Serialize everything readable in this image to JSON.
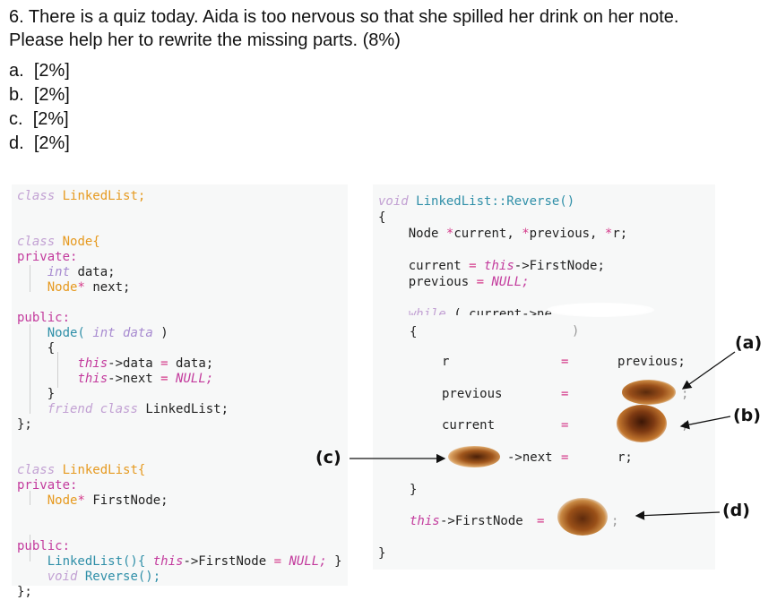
{
  "question": {
    "line1": "6. There is a quiz today. Aida is too nervous so that she spilled her drink on her note.",
    "line2": "Please help her to rewrite the missing parts. (8%)"
  },
  "parts": [
    {
      "letter": "a.",
      "points": "[2%]"
    },
    {
      "letter": "b.",
      "points": "[2%]"
    },
    {
      "letter": "c.",
      "points": "[2%]"
    },
    {
      "letter": "d.",
      "points": "[2%]"
    }
  ],
  "left_code": {
    "fwd_kw": "class",
    "fwd_name": "LinkedList;",
    "node_kw": "class",
    "node_name": "Node{",
    "private1": "private:",
    "int_kw": "int",
    "data_decl": "data;",
    "node_ptr": "Node",
    "star": "*",
    "next_decl": "next;",
    "public1": "public:",
    "ctor_name": "Node(",
    "ctor_int": "int",
    "ctor_param": "data",
    "ctor_close": ")",
    "brace_open": "{",
    "this1": "this",
    "arrow1": "->data",
    "eq1": "=",
    "rhs1": "data;",
    "this2": "this",
    "arrow2": "->next",
    "eq2": "=",
    "rhs2": "NULL;",
    "brace_close": "}",
    "friend_kw": "friend",
    "friend_class": "class",
    "friend_name": "LinkedList;",
    "end1": "};",
    "ll_kw": "class",
    "ll_name": "LinkedList{",
    "private2": "private:",
    "fn_ptr": "Node",
    "fn_star": "*",
    "fn_decl": "FirstNode;",
    "public2": "public:",
    "llctor": "LinkedList(){",
    "llthis": "this",
    "llarrow": "->FirstNode",
    "lleq": "=",
    "llnull": "NULL;",
    "llclose": "}",
    "void_kw": "void",
    "rev_name": "Reverse();",
    "end2": "};"
  },
  "right_code": {
    "void_kw": "void",
    "sig": "LinkedList::Reverse()",
    "open": "{",
    "decl_type": "Node",
    "decl_star1": "*",
    "decl_cur": "current,",
    "decl_star2": "*",
    "decl_prev": "previous,",
    "decl_star3": "*",
    "decl_r": "r;",
    "cur_assign": "current",
    "eq_a": "=",
    "this_a": "this",
    "arrow_a": "->FirstNode;",
    "prev_assign": "previous",
    "eq_b": "=",
    "null_b": "NULL;",
    "while_kw": "while",
    "while_rest": "( current->ne",
    "inner_open": "{",
    "paren": ")",
    "r_var": "r",
    "eq_r": "=",
    "r_rhs": "previous;",
    "prev_var": "previous",
    "eq_p": "=",
    "p_rhs": ";",
    "cur_var": "current",
    "eq_c": "=",
    "c_rhs": ";",
    "next_var": "->next",
    "eq_n": "=",
    "n_rhs": "r;",
    "inner_close": "}",
    "fn_this": "this",
    "fn_arrow": "->FirstNode",
    "fn_eq": "=",
    "fn_rhs": ";",
    "close": "}"
  },
  "labels": {
    "a": "(a)",
    "b": "(b)",
    "c": "(c)",
    "d": "(d)"
  }
}
